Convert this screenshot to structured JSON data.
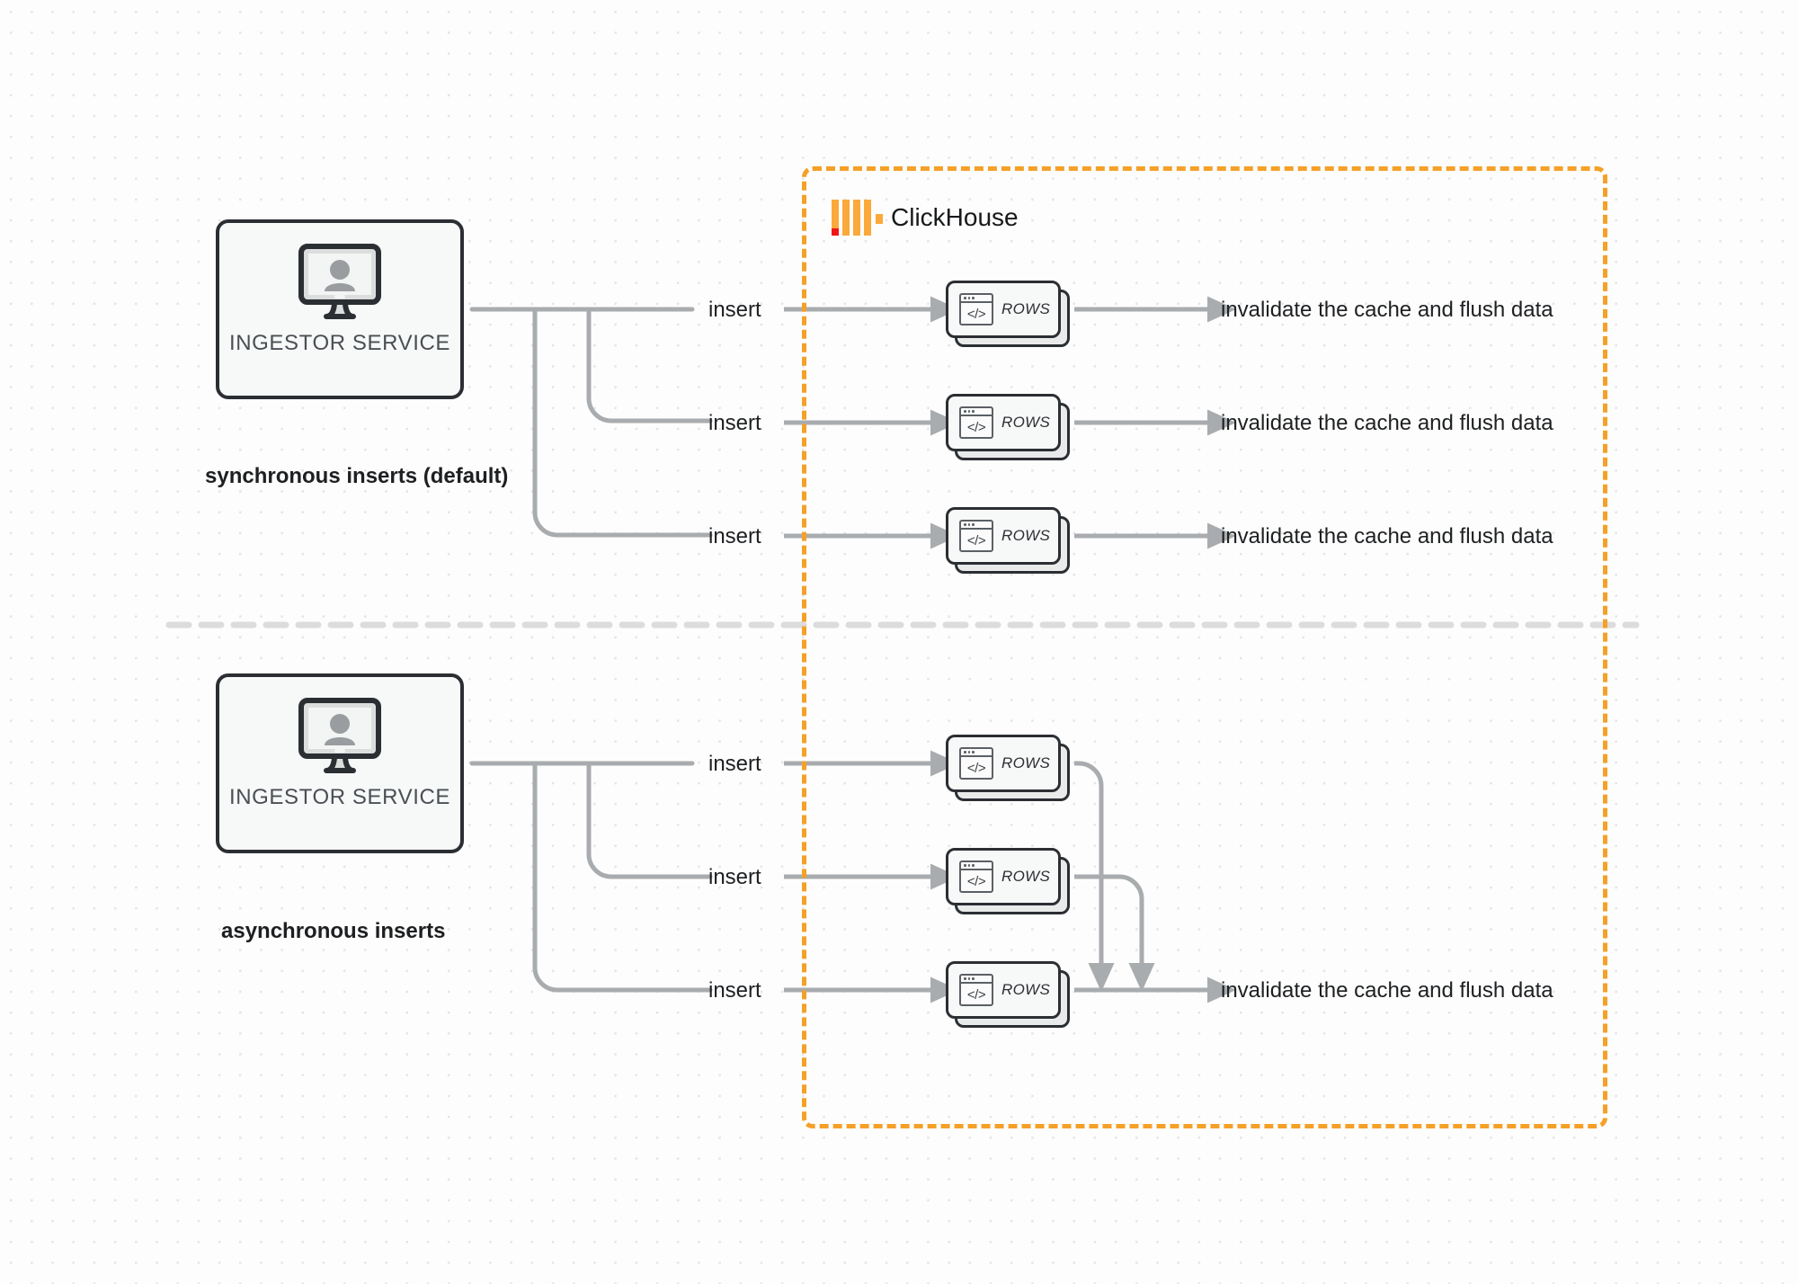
{
  "diagram": {
    "title": "ClickHouse synchronous vs asynchronous inserts",
    "colors": {
      "boundary": "#f5a028",
      "logo_orange": "#faa93a",
      "logo_red": "#f01414",
      "edge": "#a9acae",
      "node_border": "#2b2f33",
      "background": "#fdfdfd"
    }
  },
  "clickhouse": {
    "name": "ClickHouse",
    "logo_icon": "clickhouse-logo-icon"
  },
  "sections": [
    {
      "id": "synchronous",
      "caption": "synchronous inserts (default)",
      "source": {
        "label": "INGESTOR SERVICE",
        "icon": "monitor-user-icon"
      },
      "edges": [
        {
          "label": "insert"
        },
        {
          "label": "insert"
        },
        {
          "label": "insert"
        }
      ],
      "targets": [
        {
          "label": "ROWS",
          "icon": "code-window-icon"
        },
        {
          "label": "ROWS",
          "icon": "code-window-icon"
        },
        {
          "label": "ROWS",
          "icon": "code-window-icon"
        }
      ],
      "sinks": [
        {
          "label": "invalidate the cache and flush data"
        },
        {
          "label": "invalidate the cache and flush data"
        },
        {
          "label": "invalidate the cache and flush data"
        }
      ]
    },
    {
      "id": "asynchronous",
      "caption": "asynchronous inserts",
      "source": {
        "label": "INGESTOR SERVICE",
        "icon": "monitor-user-icon"
      },
      "edges": [
        {
          "label": "insert"
        },
        {
          "label": "insert"
        },
        {
          "label": "insert"
        }
      ],
      "targets": [
        {
          "label": "ROWS",
          "icon": "code-window-icon"
        },
        {
          "label": "ROWS",
          "icon": "code-window-icon"
        },
        {
          "label": "ROWS",
          "icon": "code-window-icon"
        }
      ],
      "sinks": [
        {
          "label": "invalidate the cache and flush data"
        }
      ]
    }
  ]
}
